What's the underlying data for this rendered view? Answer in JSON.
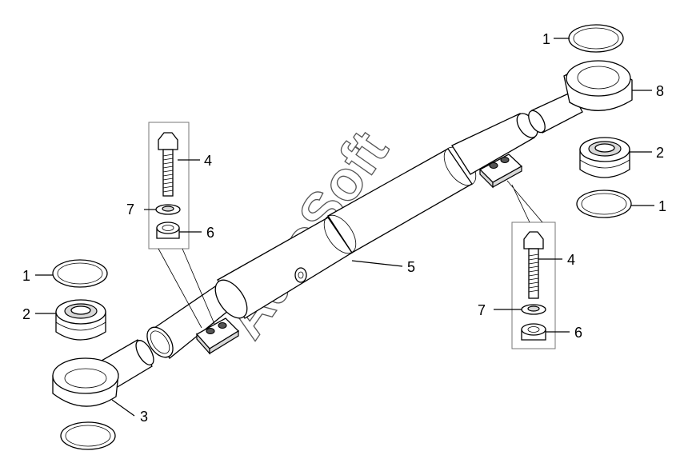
{
  "watermark": "AutoSoft",
  "callouts": [
    {
      "id": "c1a",
      "label": "1"
    },
    {
      "id": "c8",
      "label": "8"
    },
    {
      "id": "c2a",
      "label": "2"
    },
    {
      "id": "c1b",
      "label": "1"
    },
    {
      "id": "c4a",
      "label": "4"
    },
    {
      "id": "c7a",
      "label": "7"
    },
    {
      "id": "c6a",
      "label": "6"
    },
    {
      "id": "c5",
      "label": "5"
    },
    {
      "id": "c4b",
      "label": "4"
    },
    {
      "id": "c7b",
      "label": "7"
    },
    {
      "id": "c6b",
      "label": "6"
    },
    {
      "id": "c1c",
      "label": "1"
    },
    {
      "id": "c2b",
      "label": "2"
    },
    {
      "id": "c3",
      "label": "3"
    }
  ]
}
